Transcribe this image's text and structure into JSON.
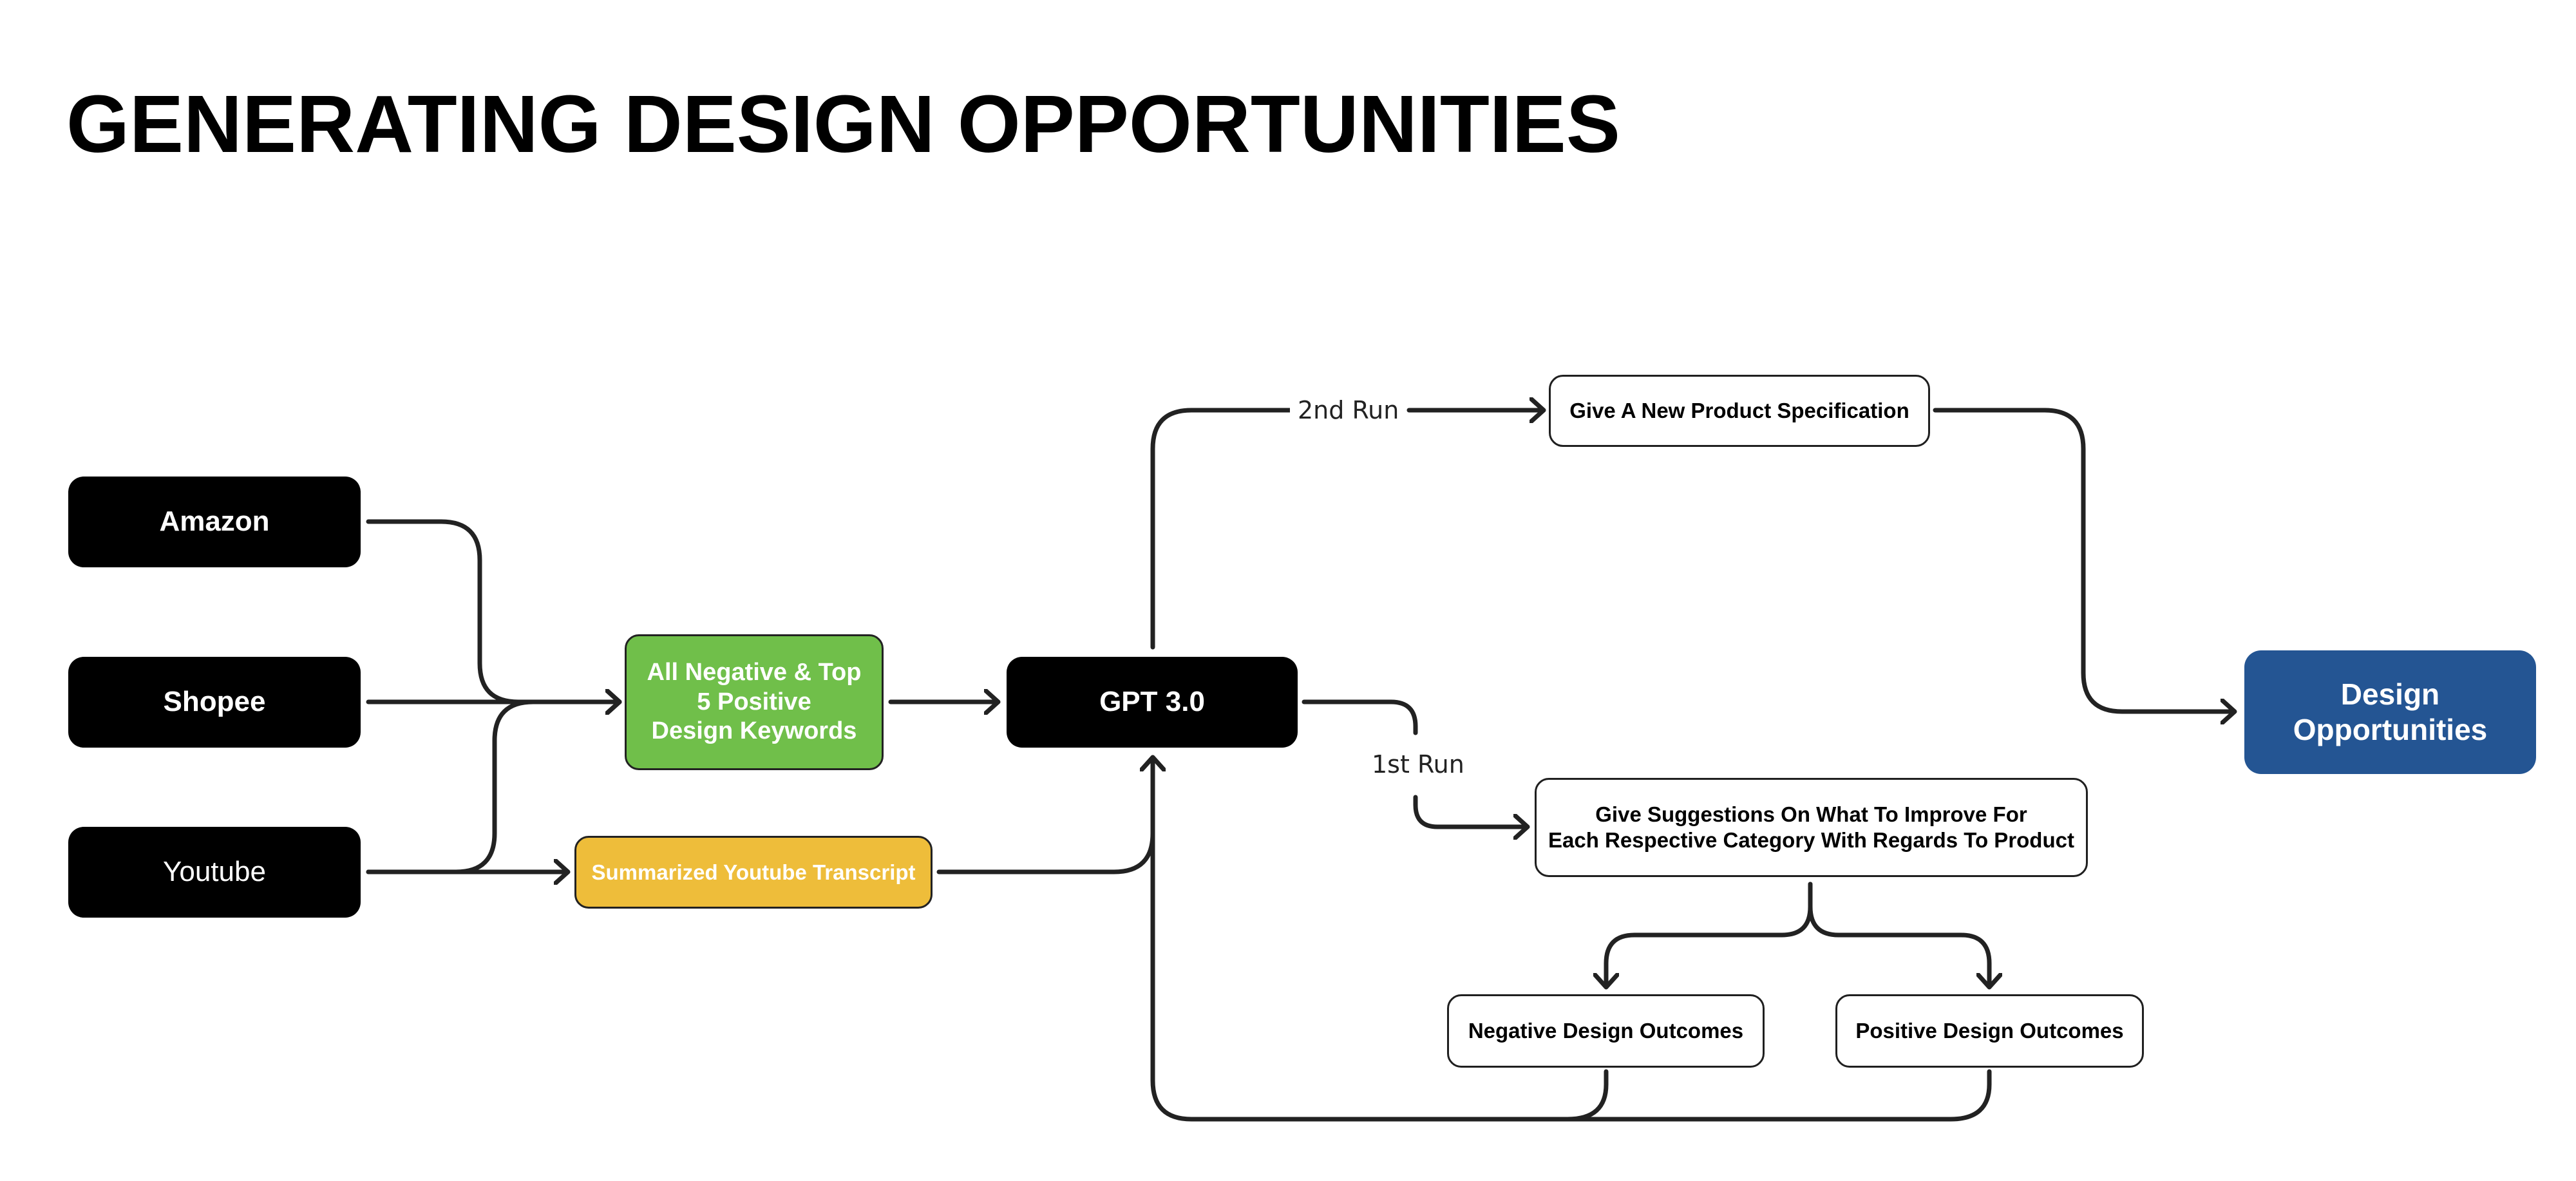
{
  "title": "GENERATING DESIGN OPPORTUNITIES",
  "sources": {
    "amazon": "Amazon",
    "shopee": "Shopee",
    "youtube": "Youtube"
  },
  "keywords_box": {
    "line1": "All Negative & Top",
    "line2": "5 Positive",
    "line3": "Design Keywords"
  },
  "transcript_box": "Summarized Youtube Transcript",
  "model": "GPT 3.0",
  "runs": {
    "second": "2nd Run",
    "first": "1st Run"
  },
  "spec_box": "Give A New Product Specification",
  "suggestions_box": {
    "line1": "Give Suggestions On What To Improve For",
    "line2": "Each Respective Category With Regards To Product"
  },
  "outcomes": {
    "negative": "Negative Design Outcomes",
    "positive": "Positive Design Outcomes"
  },
  "result": {
    "line1": "Design",
    "line2": "Opportunities"
  },
  "colors": {
    "dark_node": "#000000",
    "keywords_fill": "#70bf4a",
    "transcript_fill": "#eebd3a",
    "result_fill": "#245593",
    "connector": "#222222"
  }
}
